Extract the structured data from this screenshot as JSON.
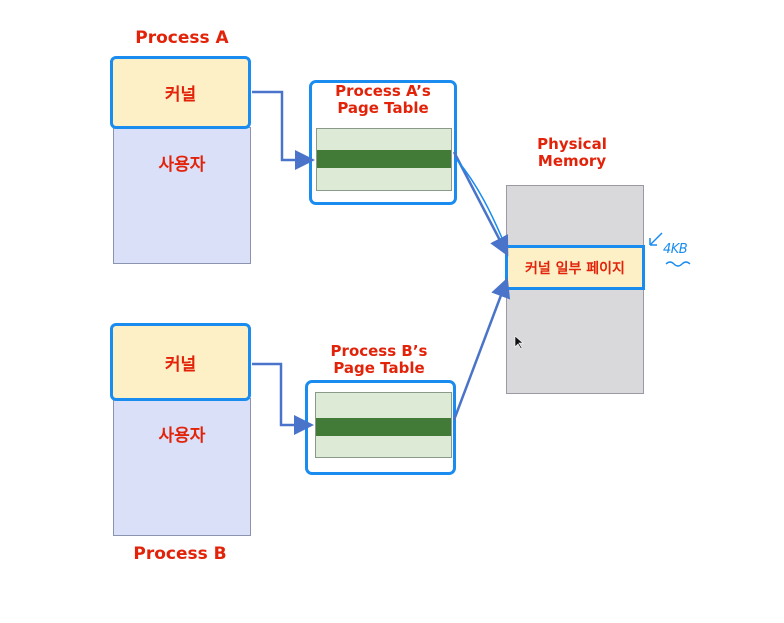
{
  "process_a": {
    "title": "Process A",
    "kernel_label": "커널",
    "user_label": "사용자"
  },
  "process_b": {
    "title": "Process B",
    "kernel_label": "커널",
    "user_label": "사용자"
  },
  "page_table_a": {
    "title_line1": "Process A’s",
    "title_line2": "Page Table"
  },
  "page_table_b": {
    "title_line1": "Process B’s",
    "title_line2": "Page Table"
  },
  "physical_memory": {
    "title_line1": "Physical",
    "title_line2": "Memory",
    "kernel_page_label": "커널 일부 페이지"
  },
  "annotation": {
    "size_note": "4KB"
  },
  "colors": {
    "label_red": "#e2230a",
    "highlight_blue": "#1a8cf0",
    "kernel_fill": "#fdefc6",
    "user_fill": "#d9e0f7",
    "page_table_fill": "#dcead6",
    "page_entry": "#427a38",
    "memory_fill": "#d9d9dc",
    "arrow": "#4a74c9"
  }
}
